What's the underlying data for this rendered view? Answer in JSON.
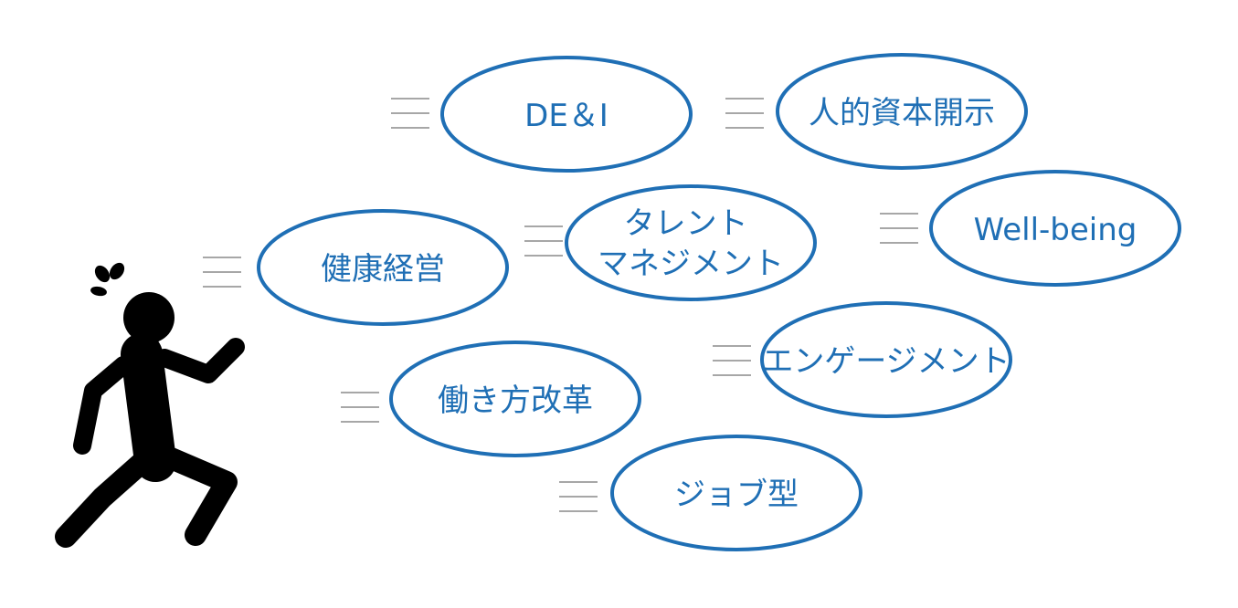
{
  "figure": {
    "person_icon": "running-person-icon",
    "sweat_icon": "sweat-drops-icon"
  },
  "colors": {
    "bubble_stroke": "#1f6fb5",
    "bubble_text": "#1f6fb5",
    "figure": "#000000",
    "speed_lines": "#8a8a8a"
  },
  "bubbles": [
    {
      "id": "dei",
      "lines": [
        "DE＆I"
      ]
    },
    {
      "id": "human-capital",
      "lines": [
        "人的資本開示"
      ]
    },
    {
      "id": "wellbeing",
      "lines": [
        "Well-being"
      ]
    },
    {
      "id": "talent",
      "lines": [
        "タレント",
        "マネジメント"
      ]
    },
    {
      "id": "health",
      "lines": [
        "健康経営"
      ]
    },
    {
      "id": "engagement",
      "lines": [
        "エンゲージメント"
      ]
    },
    {
      "id": "workstyle",
      "lines": [
        "働き方改革"
      ]
    },
    {
      "id": "job",
      "lines": [
        "ジョブ型"
      ]
    }
  ]
}
